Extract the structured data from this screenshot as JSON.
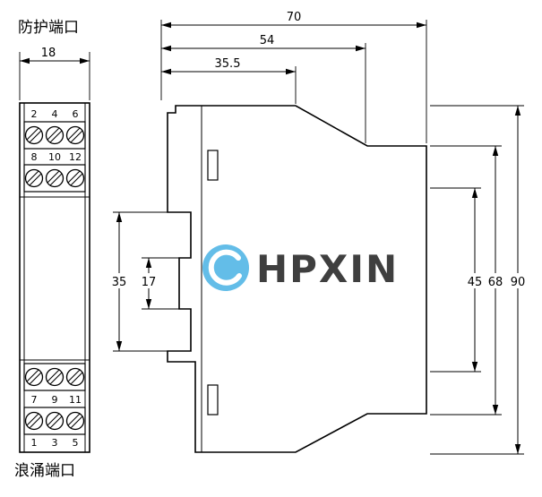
{
  "drawing": {
    "labels": {
      "protection_port": "防护端口",
      "surge_port": "浪涌端口"
    },
    "front_view": {
      "width": "18",
      "terminals": {
        "row1": [
          "2",
          "4",
          "6"
        ],
        "row2": [
          "8",
          "10",
          "12"
        ],
        "row3": [
          "7",
          "9",
          "11"
        ],
        "row4": [
          "1",
          "3",
          "5"
        ]
      }
    },
    "side_view": {
      "depth_total": "70",
      "depth_mid": "54",
      "depth_front": "35.5",
      "rail_height": "35",
      "rail_inner": "17",
      "height_front": "45",
      "height_mid": "68",
      "height_total": "90"
    },
    "watermark": {
      "text": "HPXIN",
      "color": "#2fa8e1"
    }
  }
}
